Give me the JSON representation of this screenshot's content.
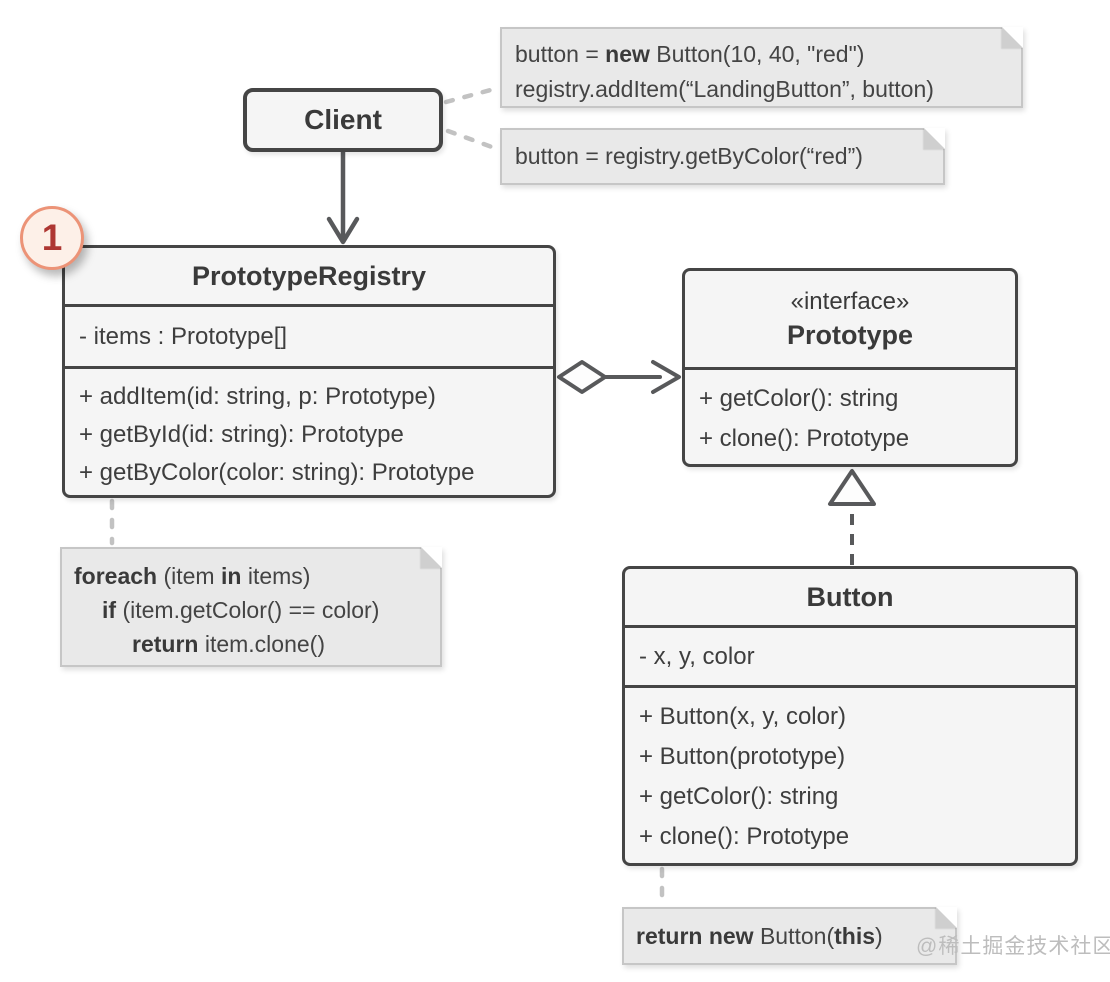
{
  "badge": {
    "label": "1"
  },
  "watermark": "@稀土掘金技术社区",
  "classes": {
    "client": {
      "title": "Client"
    },
    "registry": {
      "title": "PrototypeRegistry",
      "attributes": [
        "- items : Prototype[]"
      ],
      "methods": [
        "+ addItem(id: string, p: Prototype)",
        "+ getById(id: string): Prototype",
        "+ getByColor(color: string): Prototype"
      ]
    },
    "prototype": {
      "stereotype": "«interface»",
      "title": "Prototype",
      "methods": [
        "+ getColor(): string",
        "+ clone(): Prototype"
      ]
    },
    "button": {
      "title": "Button",
      "attributes": [
        "- x, y, color"
      ],
      "methods": [
        "+ Button(x, y, color)",
        "+ Button(prototype)",
        "+ getColor(): string",
        "+ clone(): Prototype"
      ]
    }
  },
  "notes": {
    "add_item": {
      "lines": [
        [
          {
            "t": "button = "
          },
          {
            "t": "new",
            "b": true
          },
          {
            "t": " Button(10, 40, \"red\")"
          }
        ],
        [
          {
            "t": "registry.addItem(“LandingButton”, button)"
          }
        ]
      ]
    },
    "get_by_color": {
      "lines": [
        [
          {
            "t": "button = registry.getByColor(“red”)"
          }
        ]
      ]
    },
    "foreach": {
      "lines": [
        [
          {
            "t": "foreach",
            "b": true
          },
          {
            "t": " (item "
          },
          {
            "t": "in",
            "b": true
          },
          {
            "t": " items)"
          }
        ],
        [
          {
            "t": "if",
            "b": true
          },
          {
            "t": " (item.getColor() == color)"
          }
        ],
        [
          {
            "t": "return",
            "b": true
          },
          {
            "t": " item.clone()"
          }
        ]
      ]
    },
    "clone_impl": {
      "lines": [
        [
          {
            "t": "return new",
            "b": true
          },
          {
            "t": " Button("
          },
          {
            "t": "this",
            "b": true
          },
          {
            "t": ")"
          }
        ]
      ]
    }
  },
  "colors": {
    "box_border": "#454545",
    "box_fill": "#f5f5f5",
    "note_fill": "#e9e9e9",
    "note_border": "#c6c6c6",
    "text": "#3e3e3e",
    "connector": "#58595b",
    "note_connector": "#c2c2c2",
    "badge_border": "#ec9377",
    "badge_fill": "#fdf0e8",
    "badge_text": "#ae3733",
    "watermark": "#bdbdbd"
  }
}
